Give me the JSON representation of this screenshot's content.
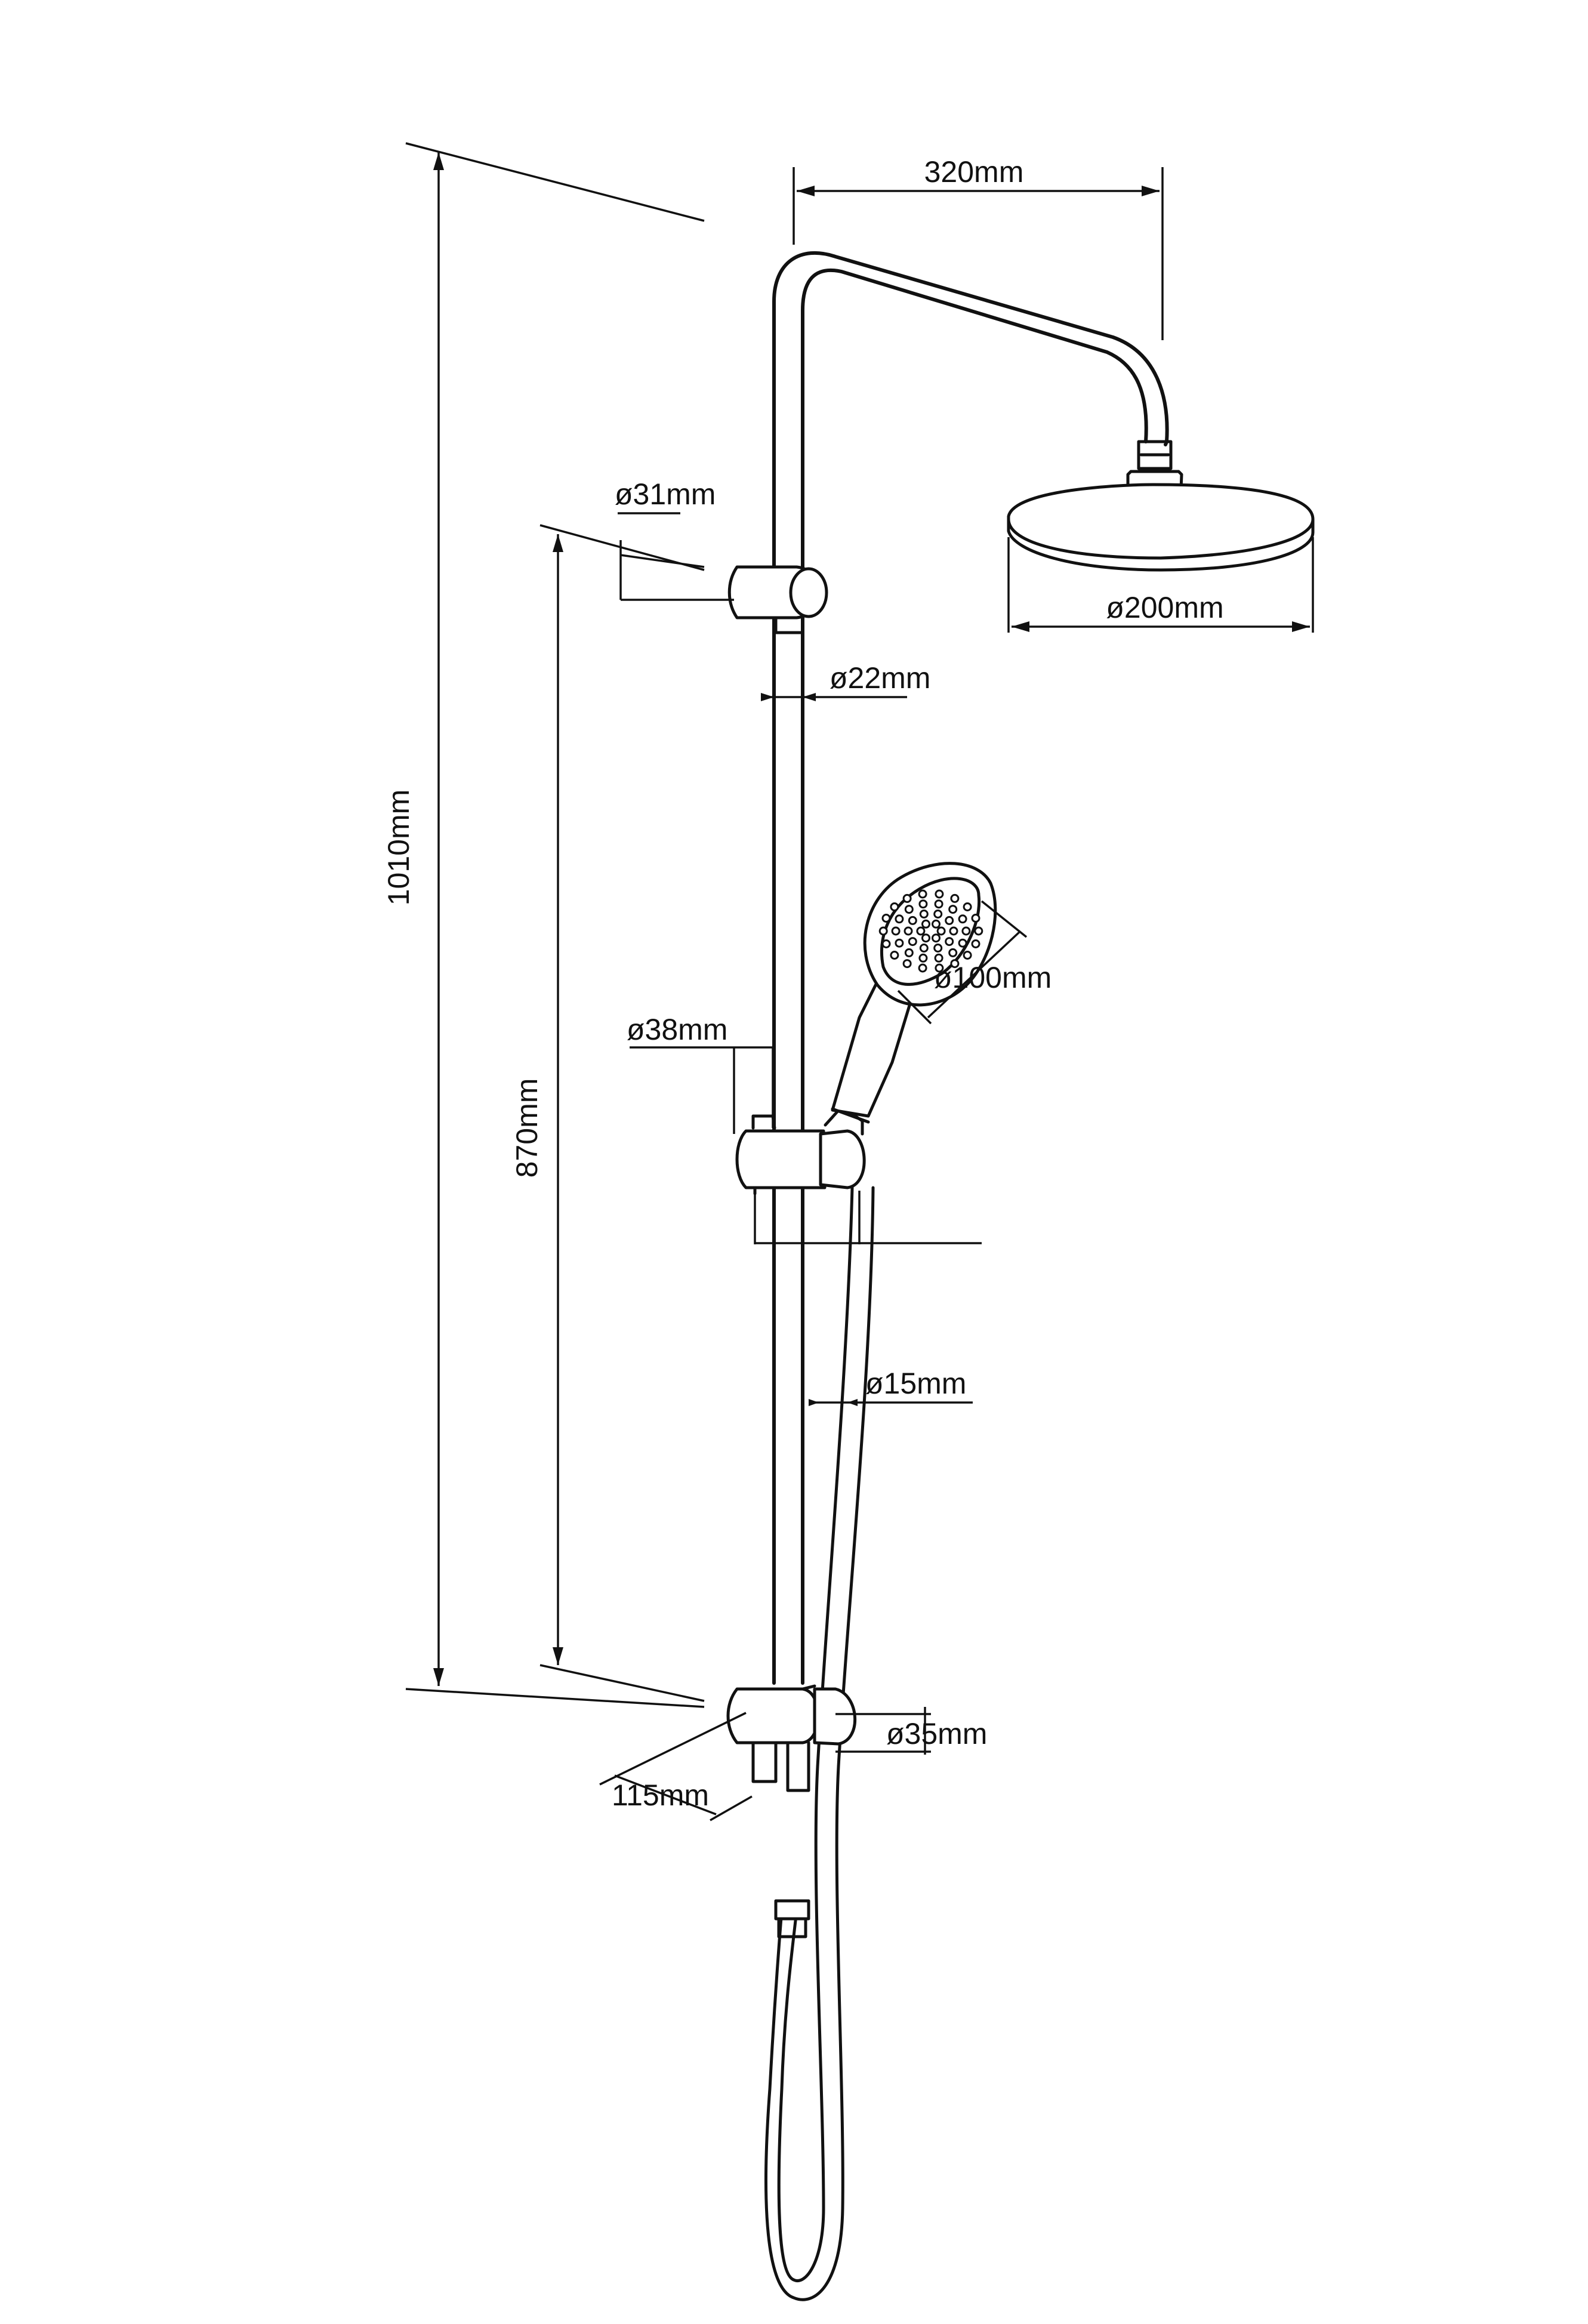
{
  "dimensions": {
    "arm_reach": "320mm",
    "head_diameter": "ø200mm",
    "rail_bracket_diameter_top": "ø31mm",
    "rail_diameter": "ø22mm",
    "total_height": "1010mm",
    "handset_diameter": "ø100mm",
    "slider_diameter": "ø38mm",
    "slider_travel": "870mm",
    "hose_diameter": "ø15mm",
    "rail_bracket_diameter_bottom": "ø35mm",
    "wall_projection": "115mm"
  },
  "colors": {
    "line": "#111111",
    "background": "#ffffff"
  }
}
